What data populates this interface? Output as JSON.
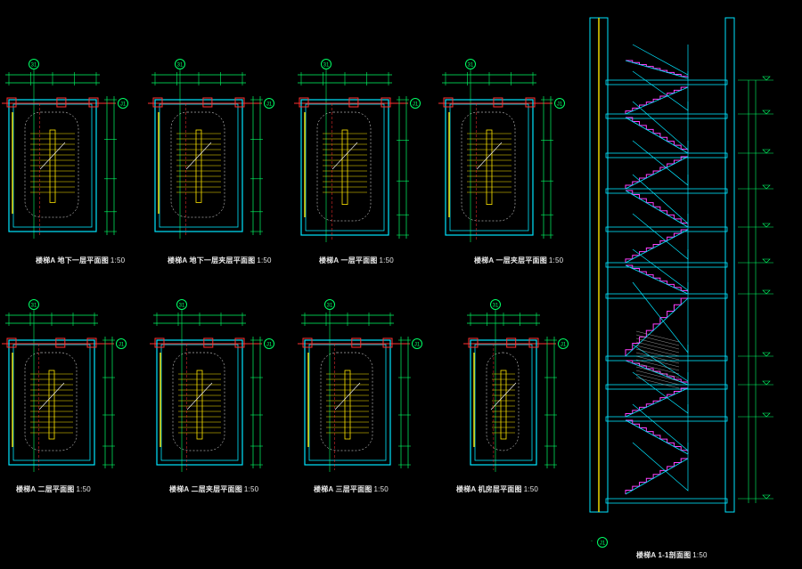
{
  "drawing": {
    "plans": [
      {
        "id": "b1",
        "title": "楼梯A 地下一层平面图",
        "scale": "1:50",
        "axis_top": "31",
        "axis_side": "J1"
      },
      {
        "id": "b1m",
        "title": "楼梯A 地下一层夹层平面图",
        "scale": "1:50",
        "axis_top": "31",
        "axis_side": "J1"
      },
      {
        "id": "f1",
        "title": "楼梯A 一层平面图",
        "scale": "1:50",
        "axis_top": "31",
        "axis_side": "J1"
      },
      {
        "id": "f1m",
        "title": "楼梯A 一层夹层平面图",
        "scale": "1:50",
        "axis_top": "31",
        "axis_side": "J1"
      },
      {
        "id": "f2",
        "title": "楼梯A 二层平面图",
        "scale": "1:50",
        "axis_top": "31",
        "axis_side": "J1"
      },
      {
        "id": "f2m",
        "title": "楼梯A 二层夹层平面图",
        "scale": "1:50",
        "axis_top": "31",
        "axis_side": "J1"
      },
      {
        "id": "f3",
        "title": "楼梯A 三层平面图",
        "scale": "1:50",
        "axis_top": "31",
        "axis_side": "J1"
      },
      {
        "id": "roof",
        "title": "楼梯A 机房层平面图",
        "scale": "1:50",
        "axis_top": "31",
        "axis_side": "J1"
      }
    ],
    "section": {
      "title": "楼梯A 1-1剖面图",
      "scale": "1:50",
      "axis_bottom": "J1"
    },
    "colors": {
      "background": "#000000",
      "wall": "#00e5ff",
      "dimension": "#00ff66",
      "stair": "#ffe600",
      "handrail": "#ff40ff",
      "axis": "#ff3030",
      "text": "#e8e8e8"
    }
  }
}
